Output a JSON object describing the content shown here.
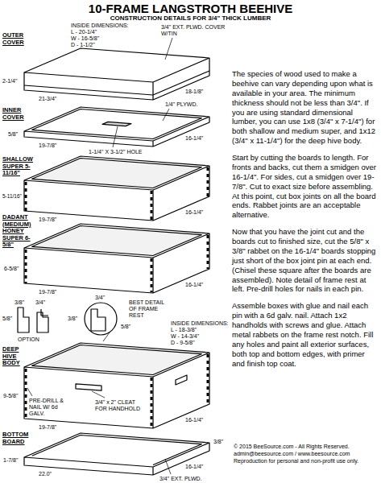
{
  "diagram": {
    "title": "10-FRAME LANGSTROTH BEEHIVE",
    "labels": [
      "CONSTRUCTION DETAILS FOR 3/4\" THICK LUMBER",
      "OUTER COVER",
      "INSIDE DIMENSIONS:",
      "L - 20-1/4\"",
      "W - 16-5/8\"",
      "D - 1-1/2\"",
      "3/4\" EXT. PLWD. COVER W/TIN",
      "2-1/4\"",
      "21-3/4\"",
      "18-1/8\"",
      "INNER COVER",
      "1/4\" PLYWD.",
      "1-1/4\" X 3-1/2\" HOLE",
      "5/8\"",
      "19-7/8\"",
      "16-1/4\"",
      "SHALLOW SUPER 5-11/16\"",
      "5-11/16\"",
      "19-7/8\"",
      "16-1/4\"",
      "DADANT (MEDIUM) HONEY SUPER 6-5/8\"",
      "6-5/8\"",
      "19-7/8\"",
      "16-1/4\"",
      "3/8\"",
      "3/4\"",
      "5/8\"",
      "OPTION",
      "3/4\"",
      "3/8\"",
      "5/8\"",
      "BEST DETAIL OF FRAME REST",
      "INSIDE DIMENSIONS:",
      "L - 18-3/8\"",
      "W - 14-3/4\"",
      "D - 9-5/8\"",
      "DEEP HIVE BODY",
      "9-5/8\"",
      "PRE-DRILL & NAIL W/ 6d GALV.",
      "3/4\" x 2\" CLEAT FOR HANDHOLD",
      "19-7/8\"",
      "16-1/4\"",
      "BOTTOM BOARD",
      "1-7/8\"",
      "22.0\"",
      "16-1/4\"",
      "3/8\"",
      "3/4\" EXT. PLWD.",
      "The species of wood used to make a beehive can vary depending upon what is available in your area. The minimum thickness should not be less than 3/4\". If you are using standard dimensional lumber, you can use 1x8 (3/4\" x 7-1/4\") for both shallow and medium super, and 1x12 (3/4\" x 11-1/4\") for the deep hive body.",
      "Start by cutting the boards to length. For fronts and backs, cut them a smidgen over 16-1/4\". For sides, cut a smidgen over 19-7/8\". Cut to exact size before assembling. At this point, cut box joints on all the board ends. Rabbet joints are an acceptable alternative.",
      "Now that you have the joint cut and the boards cut to finished size, cut the 5/8\" x 3/8\" rabbet on the 16-1/4\" boards stopping just short of the box joint pin at each end. (Chisel these square after the boards are assembled). Note detail of frame rest at left. Pre-drill holes for nails in each pin.",
      "Assemble boxes with glue and nail each pin with a 6d galv. nail. Attach 1x2 handholds with screws and glue. Attach metal rabbets on the frame rest notch. Fill any holes and paint all exterior surfaces, both top and bottom edges, with primer and finish top coat.",
      "© 2015 BeeSource.com - All Rights Reserved.",
      "admin@beesource.com / www.beesource.com",
      "Reproduction for personal and non-profit use only."
    ]
  }
}
